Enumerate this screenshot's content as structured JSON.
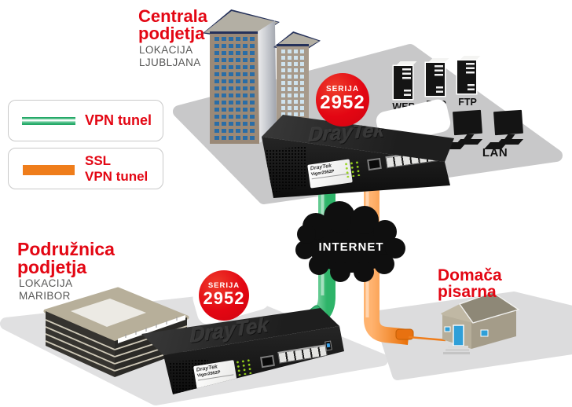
{
  "colors": {
    "accent_red": "#e30613",
    "vpn_green": "#2eb469",
    "ssl_orange": "#ef7d1b",
    "text_gray": "#575756",
    "cloud_black": "#0f0f0f"
  },
  "headquarters": {
    "title_line1": "Centrala",
    "title_line2": "podjetja",
    "location_line1": "LOKACIJA",
    "location_line2": "LJUBLJANA"
  },
  "branch": {
    "title_line1": "Podružnica",
    "title_line2": "podjetja",
    "location_line1": "LOKACIJA",
    "location_line2": "MARIBOR"
  },
  "home_office": {
    "title_line1": "Domača",
    "title_line2": "pisarna"
  },
  "legend": {
    "vpn_label": "VPN tunel",
    "ssl_label_line1": "SSL",
    "ssl_label_line2": "VPN tunel"
  },
  "badge": {
    "series": "SERIJA",
    "model": "2952"
  },
  "internet_label": "INTERNET",
  "servers": [
    "WEB",
    "ERP",
    "FTP"
  ],
  "lan_label": "LAN",
  "router": {
    "top_brand": "DrayTek",
    "brand": "DrayTek",
    "model": "Vigor2952P"
  }
}
